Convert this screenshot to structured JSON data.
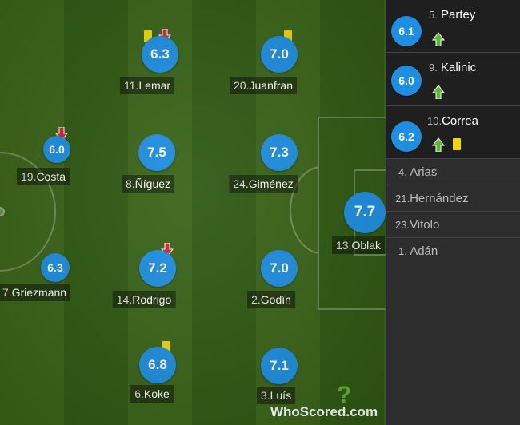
{
  "lineup": [
    {
      "number": "11.",
      "name": "Lemar",
      "rating": "6.3",
      "events": [
        "yellow-card",
        "sub-off"
      ]
    },
    {
      "number": "20.",
      "name": "Juanfran",
      "rating": "7.0",
      "events": [
        "yellow-card"
      ]
    },
    {
      "number": "19.",
      "name": "Costa",
      "rating": "6.0",
      "events": [
        "sub-off"
      ]
    },
    {
      "number": "8.",
      "name": "Ñíguez",
      "rating": "7.5",
      "events": []
    },
    {
      "number": "24.",
      "name": "Giménez",
      "rating": "7.3",
      "events": []
    },
    {
      "number": "13.",
      "name": "Oblak",
      "rating": "7.7",
      "events": []
    },
    {
      "number": "7.",
      "name": "Griezmann",
      "rating": "6.3",
      "events": []
    },
    {
      "number": "14.",
      "name": "Rodrigo",
      "rating": "7.2",
      "events": [
        "sub-off"
      ]
    },
    {
      "number": "2.",
      "name": "Godín",
      "rating": "7.0",
      "events": []
    },
    {
      "number": "6.",
      "name": "Koke",
      "rating": "6.8",
      "events": [
        "yellow-card"
      ]
    },
    {
      "number": "3.",
      "name": "Luís",
      "rating": "7.1",
      "events": []
    }
  ],
  "bench_used": [
    {
      "number": "5.",
      "name": "Partey",
      "rating": "6.1",
      "events": [
        "sub-on"
      ]
    },
    {
      "number": "9.",
      "name": "Kalinic",
      "rating": "6.0",
      "events": [
        "sub-on"
      ]
    },
    {
      "number": "10.",
      "name": "Correa",
      "rating": "6.2",
      "events": [
        "sub-on",
        "yellow-card"
      ]
    }
  ],
  "bench_unused": [
    {
      "number": "4.",
      "name": "Arias"
    },
    {
      "number": "21.",
      "name": "Hernández"
    },
    {
      "number": "23.",
      "name": "Vitolo"
    },
    {
      "number": "1.",
      "name": "Adán"
    }
  ],
  "logo": {
    "text": "WhoScored.com"
  },
  "colors": {
    "rating": "#1e8ee0",
    "yellow_card": "#f2d600",
    "sub_off": "#d9233a",
    "sub_on": "#5cb82e"
  }
}
